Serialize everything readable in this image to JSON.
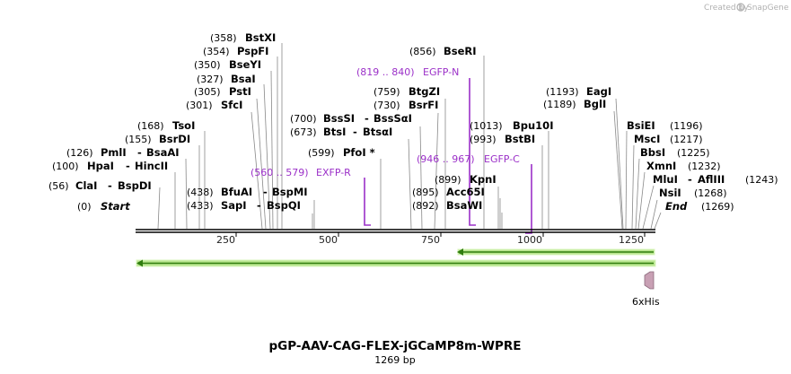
{
  "credit": "Created by",
  "brand": "SnapGene",
  "title": "pGP-AAV-CAG-FLEX-jGCaMP8m-WPRE",
  "length_label": "1269 bp",
  "ruler": {
    "ticks": [
      "250",
      "500",
      "750",
      "1000",
      "1250"
    ]
  },
  "sites": [
    {
      "pos": "(358)",
      "name": "BstXI"
    },
    {
      "pos": "(354)",
      "name": "PspFI"
    },
    {
      "pos": "(350)",
      "name": "BseYI"
    },
    {
      "pos": "(327)",
      "name": "BsaI"
    },
    {
      "pos": "(305)",
      "name": "PstI"
    },
    {
      "pos": "(301)",
      "name": "SfcI"
    },
    {
      "pos": "(168)",
      "name": "TsoI"
    },
    {
      "pos": "(155)",
      "name": "BsrDI"
    },
    {
      "pos": "(126)",
      "name": "PmlI",
      "alt": "BsaAI"
    },
    {
      "pos": "(100)",
      "name": "HpaI",
      "alt": "HincII"
    },
    {
      "pos": "(56)",
      "name": "ClaI",
      "alt": "BspDI"
    },
    {
      "pos": "(0)",
      "name": "Start"
    },
    {
      "pos": "(438)",
      "name": "BfuAI",
      "alt": "BspMI"
    },
    {
      "pos": "(433)",
      "name": "SapI",
      "alt": "BspQI"
    },
    {
      "pos": "(856)",
      "name": "BseRI"
    },
    {
      "pos": "(759)",
      "name": "BtgZI"
    },
    {
      "pos": "(730)",
      "name": "BsrFI"
    },
    {
      "pos": "(700)",
      "name": "BssSI",
      "alt": "BssSαI"
    },
    {
      "pos": "(673)",
      "name": "BtsI",
      "alt": "BtsαI"
    },
    {
      "pos": "(599)",
      "name": "PfoI *"
    },
    {
      "pos": "(899)",
      "name": "KpnI"
    },
    {
      "pos": "(895)",
      "name": "Acc65I"
    },
    {
      "pos": "(892)",
      "name": "BsaWI"
    },
    {
      "pos": "(1013)",
      "name": "Bpu10I"
    },
    {
      "pos": "(993)",
      "name": "BstBI"
    },
    {
      "pos": "(1193)",
      "name": "EagI"
    },
    {
      "pos": "(1189)",
      "name": "BglI"
    },
    {
      "pos": "(1196)",
      "name": "BsiEI"
    },
    {
      "pos": "(1217)",
      "name": "MscI"
    },
    {
      "pos": "(1225)",
      "name": "BbsI"
    },
    {
      "pos": "(1232)",
      "name": "XmnI"
    },
    {
      "pos": "(1243)",
      "name": "MluI",
      "alt": "AflIII"
    },
    {
      "pos": "(1268)",
      "name": "NsiI"
    },
    {
      "pos": "(1269)",
      "name": "End"
    }
  ],
  "primers": [
    {
      "range": "(819 .. 840)",
      "name": "EGFP-N"
    },
    {
      "range": "(560 .. 579)",
      "name": "EXFP-R"
    },
    {
      "range": "(946 .. 967)",
      "name": "EGFP-C"
    }
  ],
  "features": [
    {
      "name": "6xHis",
      "color": "#c8a0b4"
    }
  ],
  "colors": {
    "primer": "#9b30c8",
    "feature_fill": "#b9e68f",
    "feature_arrow": "#2f7d0e",
    "his_tag": "#c8a0b4"
  }
}
